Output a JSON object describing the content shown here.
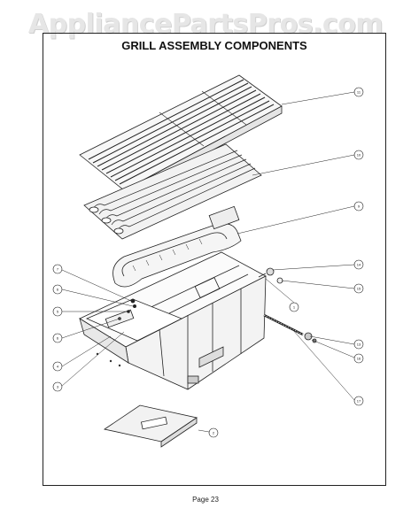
{
  "watermark": "AppliancePartsPros.com",
  "title": "GRILL ASSEMBLY COMPONENTS",
  "page_label": "Page 23",
  "callouts": [
    "11",
    "10",
    "9",
    "14",
    "15",
    "1",
    "13",
    "16",
    "17",
    "7",
    "6",
    "5",
    "6",
    "4",
    "3",
    "2"
  ]
}
